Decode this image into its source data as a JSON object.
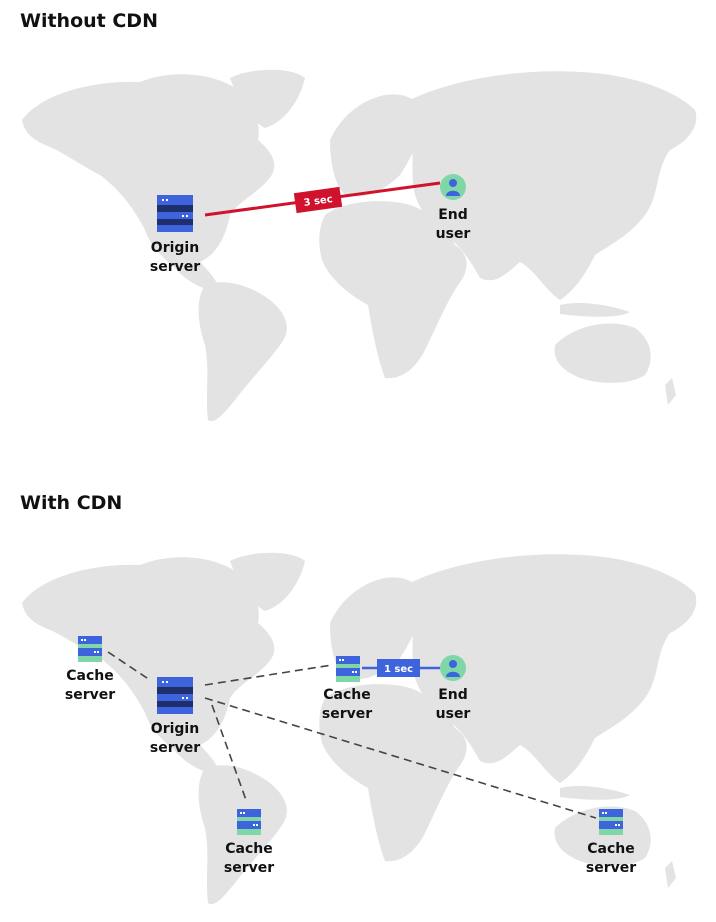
{
  "sections": [
    {
      "title": "Without CDN",
      "origin": {
        "line1": "Origin",
        "line2": "server"
      },
      "user": {
        "line1": "End",
        "line2": "user"
      },
      "latency": "3 sec"
    },
    {
      "title": "With CDN",
      "origin": {
        "line1": "Origin",
        "line2": "server"
      },
      "user": {
        "line1": "End",
        "line2": "user"
      },
      "latency": "1 sec",
      "caches": [
        {
          "line1": "Cache",
          "line2": "server"
        },
        {
          "line1": "Cache",
          "line2": "server"
        },
        {
          "line1": "Cache",
          "line2": "server"
        },
        {
          "line1": "Cache",
          "line2": "server"
        }
      ]
    }
  ],
  "colors": {
    "server_blue": "#3d63dd",
    "server_navy": "#1f2f6b",
    "cache_green": "#7fd6a6",
    "slow_red": "#d0122c",
    "fast_blue": "#3d63dd",
    "land": "#e3e3e3"
  }
}
